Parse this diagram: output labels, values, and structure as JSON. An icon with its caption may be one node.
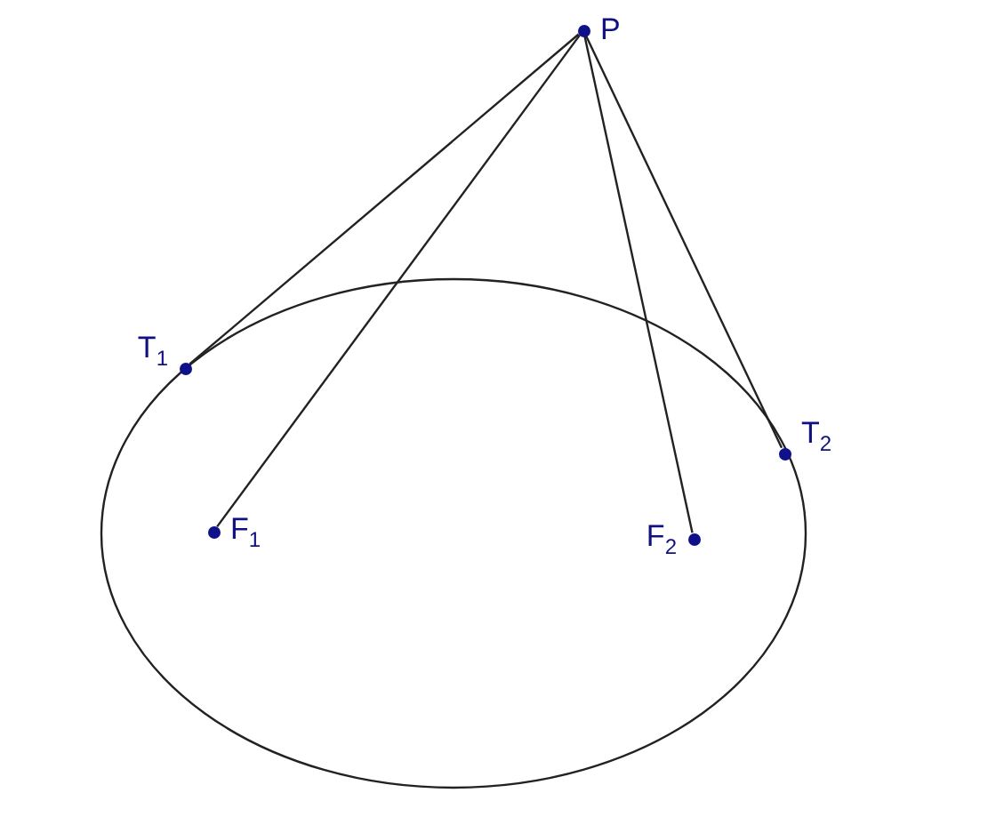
{
  "diagram": {
    "nodes": [
      {
        "text": [
          "P"
        ]
      },
      {
        "text": [
          "T$_{1}$"
        ]
      },
      {
        "text": [
          "T$_{2}$"
        ]
      },
      {
        "text": [
          "F$_{1}$"
        ]
      },
      {
        "text": [
          "F$_{2}$"
        ]
      }
    ],
    "edges": [
      {
        "from": 0,
        "to": 1,
        "arrow": "none"
      },
      {
        "from": 0,
        "to": 3,
        "arrow": "none"
      },
      {
        "from": 0,
        "to": 4,
        "arrow": "none"
      },
      {
        "from": 0,
        "to": 2,
        "arrow": "none"
      }
    ]
  }
}
